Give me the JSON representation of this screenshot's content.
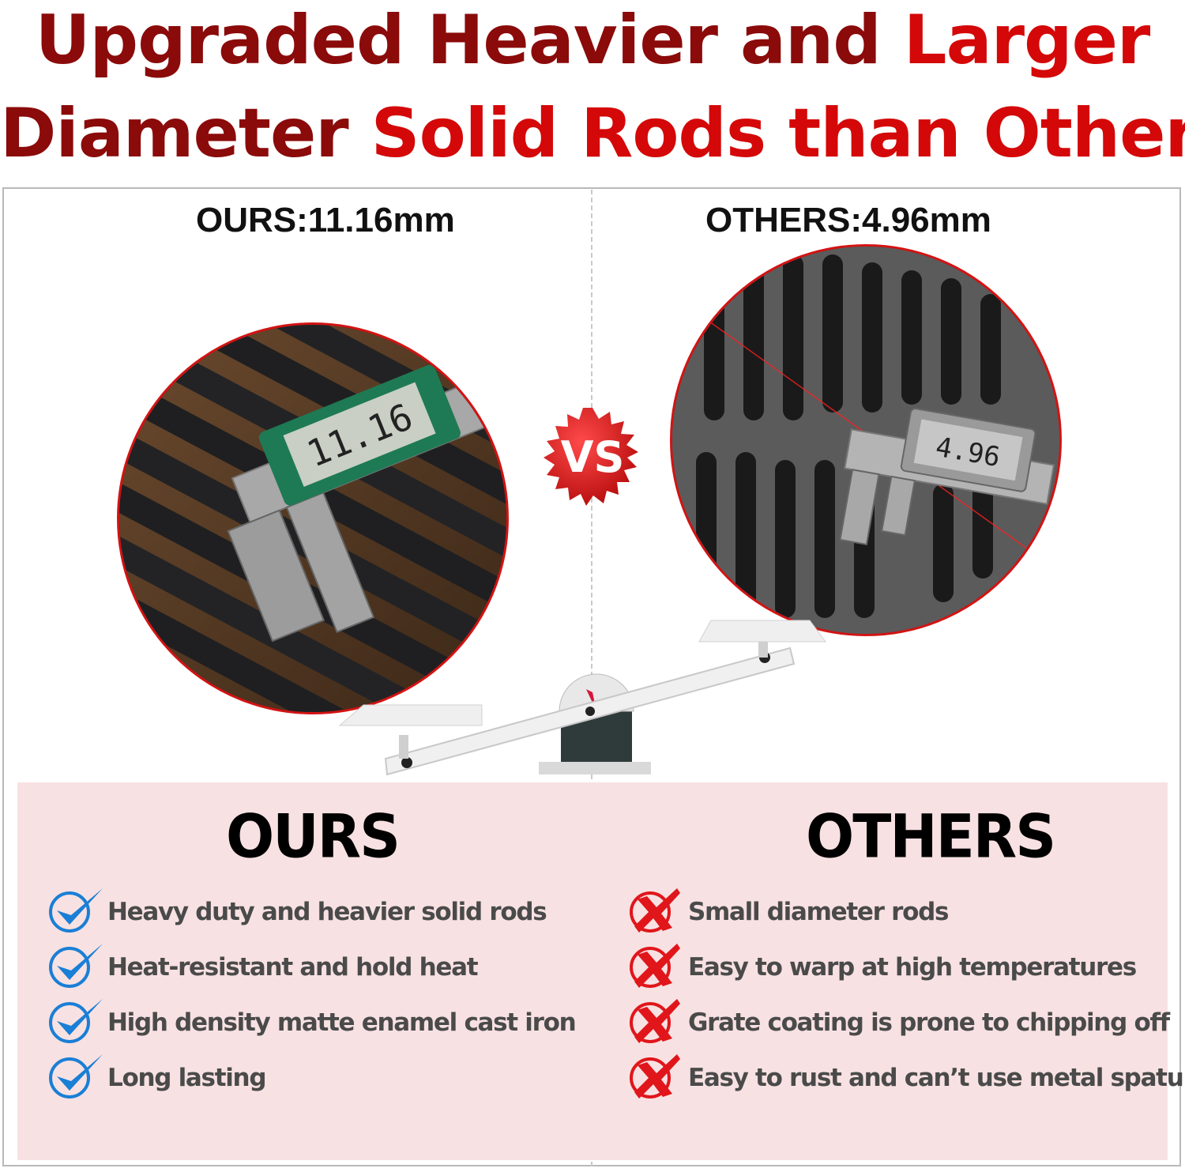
{
  "headline": {
    "line1": [
      {
        "text": "Upgraded Heavier and ",
        "tone": "dark"
      },
      {
        "text": "Larger",
        "tone": "bright"
      }
    ],
    "line2": [
      {
        "text": "Diameter ",
        "tone": "dark"
      },
      {
        "text": "Solid Rods than Others",
        "tone": "bright"
      }
    ]
  },
  "measurements": {
    "ours": "OURS:11.16mm",
    "others": "OTHERS:4.96mm",
    "ours_display": "11.16",
    "others_display": "4.96"
  },
  "vs_badge": "VS",
  "comparison": {
    "ours": {
      "title": "OURS",
      "icon": "check-icon",
      "items": [
        "Heavy duty and heavier solid rods",
        "Heat-resistant and hold heat",
        "High density matte enamel cast iron",
        "Long lasting"
      ]
    },
    "others": {
      "title": "OTHERS",
      "icon": "cross-icon",
      "items": [
        "Small diameter rods",
        "Easy to warp at high temperatures",
        "Grate coating is prone to chipping off",
        "Easy to rust and can’t use metal spatula"
      ]
    }
  },
  "colors": {
    "headline_dark": "#8b0a0a",
    "headline_bright": "#d40808",
    "circle_border": "#d31313",
    "panel_bg": "#f8e1e2",
    "check_blue": "#1a7fd6",
    "cross_red": "#e0161b"
  }
}
